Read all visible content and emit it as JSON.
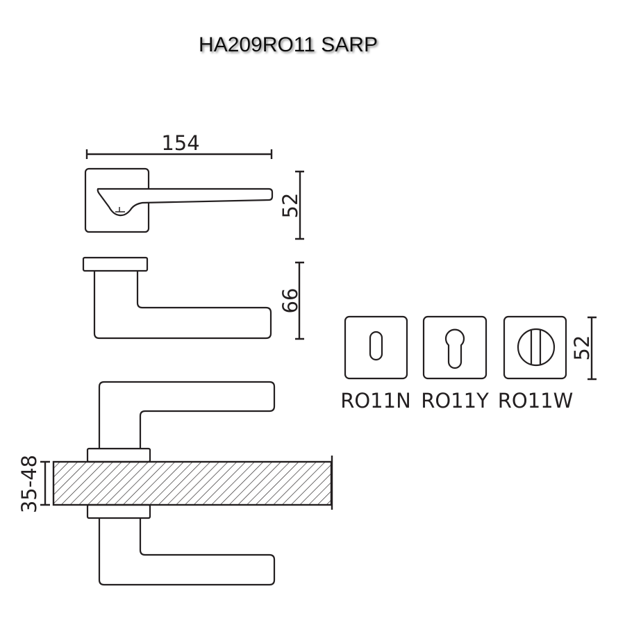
{
  "title": "HA209RO11  SARP",
  "dimensions": {
    "width": "154",
    "rose_height": "52",
    "projection": "66",
    "escutcheon_height": "52",
    "door_thickness": "35-48"
  },
  "escutcheons": [
    {
      "label": "RO11N",
      "type": "keyhole"
    },
    {
      "label": "RO11Y",
      "type": "euro-cylinder"
    },
    {
      "label": "RO11W",
      "type": "wc-turn"
    }
  ],
  "colors": {
    "line": "#231f20"
  }
}
